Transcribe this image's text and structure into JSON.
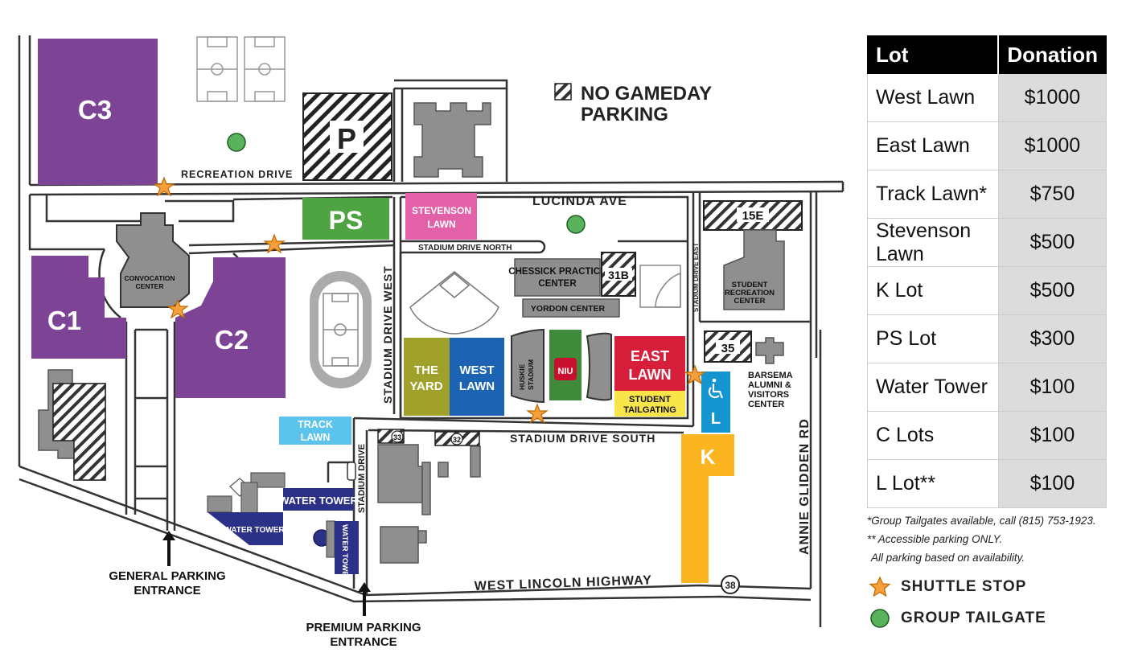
{
  "no_gameday_parking": {
    "line1": "NO GAMEDAY",
    "line2": "PARKING"
  },
  "roads": {
    "recreation_drive": "RECREATION DRIVE",
    "lucinda_ave": "LUCINDA AVE",
    "stadium_drive_north": "STADIUM DRIVE NORTH",
    "stadium_drive_west": "STADIUM DRIVE WEST",
    "stadium_drive_east": "STADIUM DRIVE EAST",
    "stadium_drive_south": "STADIUM DRIVE SOUTH",
    "stadium_drive": "STADIUM DRIVE",
    "annie_glidden": "ANNIE GLIDDEN RD",
    "west_lincoln": "WEST LINCOLN HIGHWAY",
    "route_38": "38"
  },
  "lots": {
    "c3": "C3",
    "c1": "C1",
    "c2": "C2",
    "p": "P",
    "ps": "PS",
    "stevenson": {
      "line1": "STEVENSON",
      "line2": "LAWN"
    },
    "track": {
      "line1": "TRACK",
      "line2": "LAWN"
    },
    "the_yard": {
      "line1": "THE",
      "line2": "YARD"
    },
    "west_lawn": {
      "line1": "WEST",
      "line2": "LAWN"
    },
    "east_lawn": {
      "line1": "EAST",
      "line2": "LAWN"
    },
    "student_tailgating": {
      "line1": "STUDENT",
      "line2": "TAILGATING"
    },
    "lot_15e": "15E",
    "lot_31b": "31B",
    "lot_35": "35",
    "lot_33": "33",
    "lot_32": "32",
    "lot_l": "L",
    "lot_k": "K",
    "water_tower_1": "WATER TOWER",
    "water_tower_2": "WATER TOWER",
    "water_tower_3": "WATER TOWER"
  },
  "buildings": {
    "convocation": {
      "line1": "CONVOCATION",
      "line2": "CENTER"
    },
    "chessick": {
      "line1": "CHESSICK PRACTICE",
      "line2": "CENTER"
    },
    "yordon": "YORDON CENTER",
    "huskie_stadium": {
      "line1": "HUSKIE",
      "line2": "STADIUM"
    },
    "student_rec": {
      "line1": "STUDENT",
      "line2": "RECREATION",
      "line3": "CENTER"
    },
    "barsema": {
      "line1": "BARSEMA",
      "line2": "ALUMNI &",
      "line3": "VISITORS",
      "line4": "CENTER"
    },
    "niu_logo": "NIU"
  },
  "entrances": {
    "general": {
      "line1": "GENERAL PARKING",
      "line2": "ENTRANCE"
    },
    "premium": {
      "line1": "PREMIUM PARKING",
      "line2": "ENTRANCE"
    }
  },
  "colors": {
    "purple": "#7d4495",
    "green": "#4ea442",
    "pink": "#e361a8",
    "light_blue": "#5cc3ec",
    "olive": "#9fa12a",
    "blue": "#1c63b4",
    "red": "#d71f3c",
    "yellow": "#f8e54a",
    "teal": "#1595cf",
    "orange": "#fbb520",
    "navy": "#2b3187",
    "gray": "#8f8f8f",
    "star": "#f5a03c",
    "tailgate": "#58b35c"
  },
  "table": {
    "headers": {
      "lot": "Lot",
      "donation": "Donation"
    },
    "rows": [
      {
        "lot": "West Lawn",
        "donation": "$1000"
      },
      {
        "lot": "East Lawn",
        "donation": "$1000"
      },
      {
        "lot": "Track Lawn*",
        "donation": "$750"
      },
      {
        "lot": "Stevenson Lawn",
        "donation": "$500"
      },
      {
        "lot": "K Lot",
        "donation": "$500"
      },
      {
        "lot": "PS Lot",
        "donation": "$300"
      },
      {
        "lot": "Water Tower",
        "donation": "$100"
      },
      {
        "lot": "C Lots",
        "donation": "$100"
      },
      {
        "lot": "L Lot**",
        "donation": "$100"
      }
    ]
  },
  "notes": {
    "n1": "*Group Tailgates available, call (815) 753-1923.",
    "n2": "** Accessible parking ONLY.",
    "n3": "All parking based on availability."
  },
  "legend": {
    "shuttle": "SHUTTLE STOP",
    "tailgate": "GROUP TAILGATE"
  },
  "icons": {
    "shuttle_stop": "star-icon",
    "group_tailgate": "circle-icon",
    "accessible": "wheelchair-icon",
    "no_parking": "hatch-icon"
  }
}
